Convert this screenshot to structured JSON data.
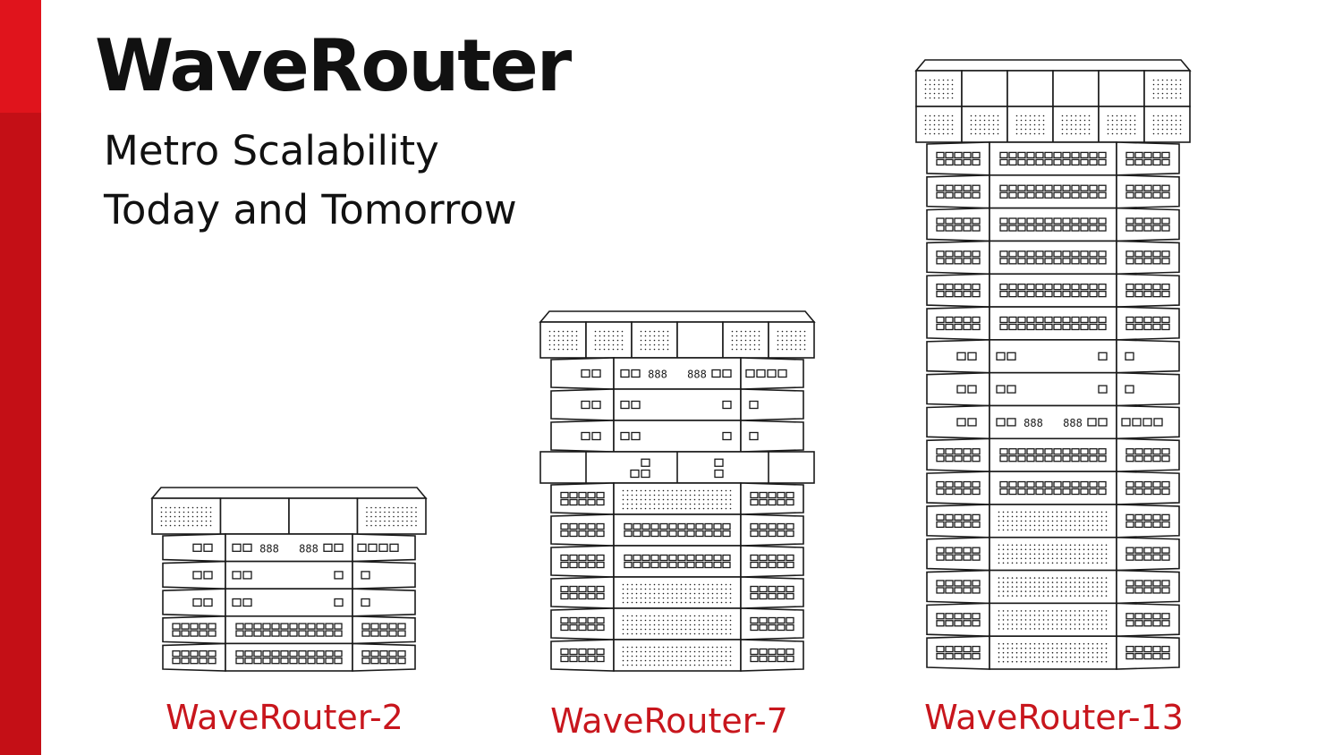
{
  "slide": {
    "title": "WaveRouter",
    "subtitle_lines": [
      "Metro Scalability",
      "Today and Tomorrow"
    ]
  },
  "colors": {
    "accent": "#c40f16",
    "accent_light": "#e0141c",
    "ink": "#1a1a1a",
    "label": "#c8161d"
  },
  "products": [
    {
      "name": "WaveRouter-2",
      "chassis": {
        "fans": [
          "fan",
          "blank",
          "blank",
          "fan"
        ],
        "modules": [
          "control-wide",
          "control",
          "control",
          "card-ports",
          "card-ports"
        ]
      }
    },
    {
      "name": "WaveRouter-7",
      "chassis": {
        "fans": [
          "fan",
          "fan",
          "fan",
          "blank",
          "fan",
          "fan"
        ],
        "modules": [
          "control-wide",
          "control",
          "control",
          "switch-fabric",
          "card-mesh",
          "card-ports",
          "card-ports",
          "card-mesh",
          "card-mesh",
          "card-mesh"
        ]
      }
    },
    {
      "name": "WaveRouter-13",
      "chassis": {
        "fans": [
          "fan",
          "blank",
          "blank",
          "blank",
          "blank",
          "fan"
        ],
        "fans_lower": [
          "fan",
          "fan",
          "fan",
          "fan",
          "fan",
          "fan"
        ],
        "modules": [
          "card-ports",
          "card-ports",
          "card-ports",
          "card-ports",
          "card-ports",
          "card-ports",
          "control",
          "control",
          "control-wide",
          "card-ports",
          "card-ports",
          "card-mesh",
          "card-mesh",
          "card-mesh",
          "card-mesh",
          "card-mesh"
        ]
      }
    }
  ]
}
